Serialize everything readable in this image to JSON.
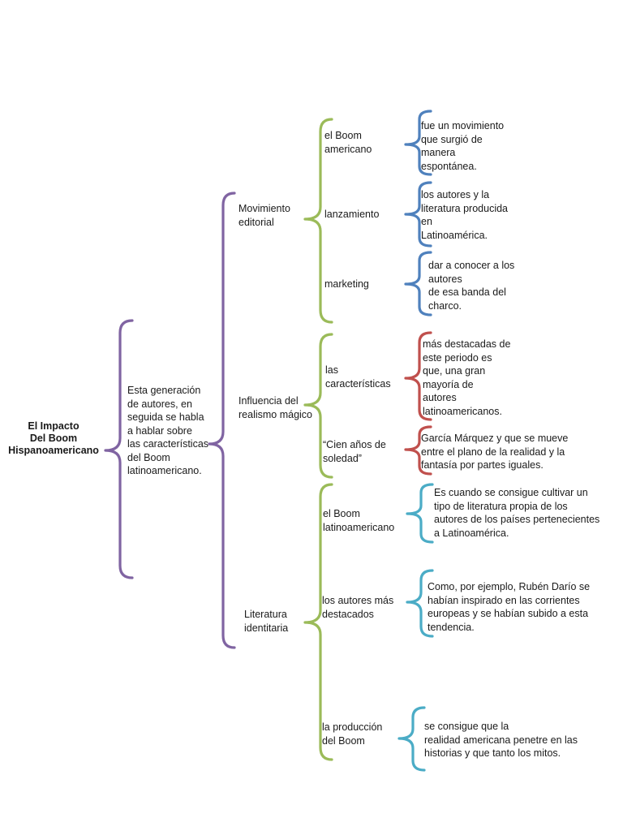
{
  "colors": {
    "purple": "#8064a2",
    "green": "#9bbb59",
    "blue": "#4f81bd",
    "red": "#c0504d",
    "teal": "#4bacc6"
  },
  "root": "El Impacto\nDel Boom\nHispanoamericano",
  "level1": "Esta generación\nde autores, en\nseguida se habla\na hablar sobre\nlas características\ndel Boom\nlatinoamericano.",
  "level2": {
    "movimiento": "Movimiento\neditorial",
    "influencia": "Influencia del\nrealismo mágico",
    "literatura": "Literatura\nidentitaria"
  },
  "level3": {
    "boom_americano": "el Boom\namericano",
    "lanzamiento": "lanzamiento",
    "marketing": "marketing",
    "caracteristicas": "las\ncaracterísticas",
    "cien_anos": "“Cien años de\nsoledad”",
    "boom_latino": "el Boom\nlatinoamericano",
    "autores_destacados": "los autores más\ndestacados",
    "produccion": "la producción\ndel Boom"
  },
  "level4": {
    "boom_americano": "fue un movimiento\nque surgió de\nmanera\nespontánea.",
    "lanzamiento": "los autores y la\nliteratura producida\nen\nLatinoamérica.",
    "marketing": "dar a conocer a los\nautores\nde esa banda del\ncharco.",
    "caracteristicas": "más destacadas de\neste periodo es\nque, una gran\nmayoría de\nautores\nlatinoamericanos.",
    "cien_anos": "García Márquez y que se mueve\nentre el plano de la realidad y la\nfantasía por partes iguales.",
    "boom_latino": "Es cuando se consigue cultivar un\ntipo de literatura propia de los\nautores de los países pertenecientes\na Latinoamérica.",
    "autores_destacados": "Como, por ejemplo, Rubén Darío se\nhabían inspirado en las corrientes\neuropeas y se habían subido a esta\ntendencia.",
    "produccion": "se consigue que la\nrealidad americana penetre en las\nhistorias y que tanto los mitos."
  }
}
